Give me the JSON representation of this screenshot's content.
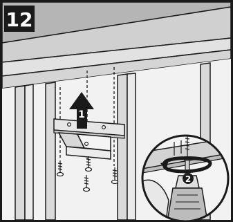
{
  "step": {
    "number": "12"
  },
  "callouts": [
    {
      "label": "1",
      "icon": "up-arrow-icon"
    },
    {
      "label": "2",
      "icon": "rotation-arrow-icon"
    }
  ],
  "colors": {
    "line": "#1a1a1a",
    "ceiling": "#c9c9c9",
    "ceiling_dark": "#a9a9a9",
    "wall": "#ededed",
    "stud": "#dcdcdc",
    "bracket": "#e8e8e8",
    "badge": "#1a1a1a",
    "badge_text": "#ffffff"
  }
}
